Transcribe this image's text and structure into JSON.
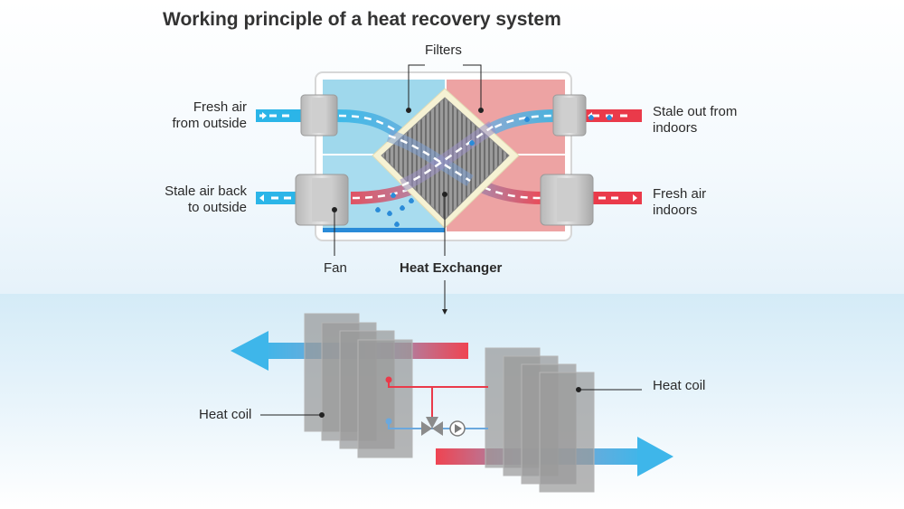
{
  "title": "Working principle of a heat recovery system",
  "labels": {
    "filters": "Filters",
    "fresh_air_outside": [
      "Fresh air",
      "from outside"
    ],
    "stale_air_back": [
      "Stale air back",
      "to outside"
    ],
    "stale_out_indoors": [
      "Stale out from",
      "indoors"
    ],
    "fresh_air_indoors": [
      "Fresh air",
      "indoors"
    ],
    "fan": "Fan",
    "heat_exchanger": "Heat Exchanger",
    "heat_coil_left": "Heat coil",
    "heat_coil_right": "Heat coil"
  },
  "colors": {
    "cold_panel": "#9fd8ec",
    "warm_panel": "#eda3a3",
    "cold_air": "#2bb5e8",
    "warm_air": "#ea3a4a",
    "filter": "#f6f2d4",
    "core": "#8f8f8f",
    "coil": "#9a9a9a",
    "condensate": "#2a8bd8"
  }
}
